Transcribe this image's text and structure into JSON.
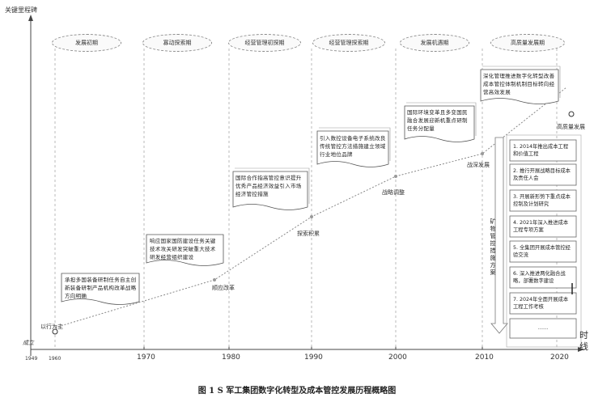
{
  "y_axis_label": "关键里程碑",
  "x_axis_label_top": "时",
  "x_axis_label_bottom": "线",
  "origin_label": "成立",
  "year_labels": [
    "1949",
    "1960",
    "1970",
    "1980",
    "1990",
    "2000",
    "2010",
    "2020"
  ],
  "phases": [
    "发展初期",
    "寡动探索期",
    "经营管理初探期",
    "经营管理探索期",
    "发展机遇期",
    "高质量发展期"
  ],
  "milestones": {
    "start": "以行为主",
    "adapt": "顺应改革",
    "explore": "探索积累",
    "strategic": "战略调整",
    "deepen": "战深发展",
    "quality": "高质量发展"
  },
  "notes": {
    "n1": "承担多国装备研制任务自主创新装备研制产品机构改革战略方向明确",
    "n2": "响应国家国防建设任务关键技术攻关研发突破重大技术研发经营组织建设",
    "n3": "国际合作指高管控意识提升优秀产品经济效益引入市场经济管控措施",
    "n4": "引入数控设备电子系统改良传统管控方法措施建立领域行业地位品牌",
    "n5": "国际环境变革且多变国民融合发展迎新机重点研制任务分配量",
    "n6": "深化管理推进数字化转型改善成本管控体制机制目标转向经营高效发展"
  },
  "vertical_label": "矿物管控措施方案",
  "cost_items": [
    "1. 2014年推出成本工程和价值工程",
    "2. 推行开展战略目标成本及责任人会",
    "3. 开展新形势下重点成本控制及计划研究",
    "4. 2021年深入推进成本工程专项方案",
    "5. 全集团开展成本管控经验交流",
    "6. 深入推进两化融合战略，部署数字建设",
    "7. 2024年全面开展成本工程工作考核"
  ],
  "cost_items_more": "……",
  "figure_caption": "图 1  S 军工集团数字化转型及成本管控发展历程概略图"
}
